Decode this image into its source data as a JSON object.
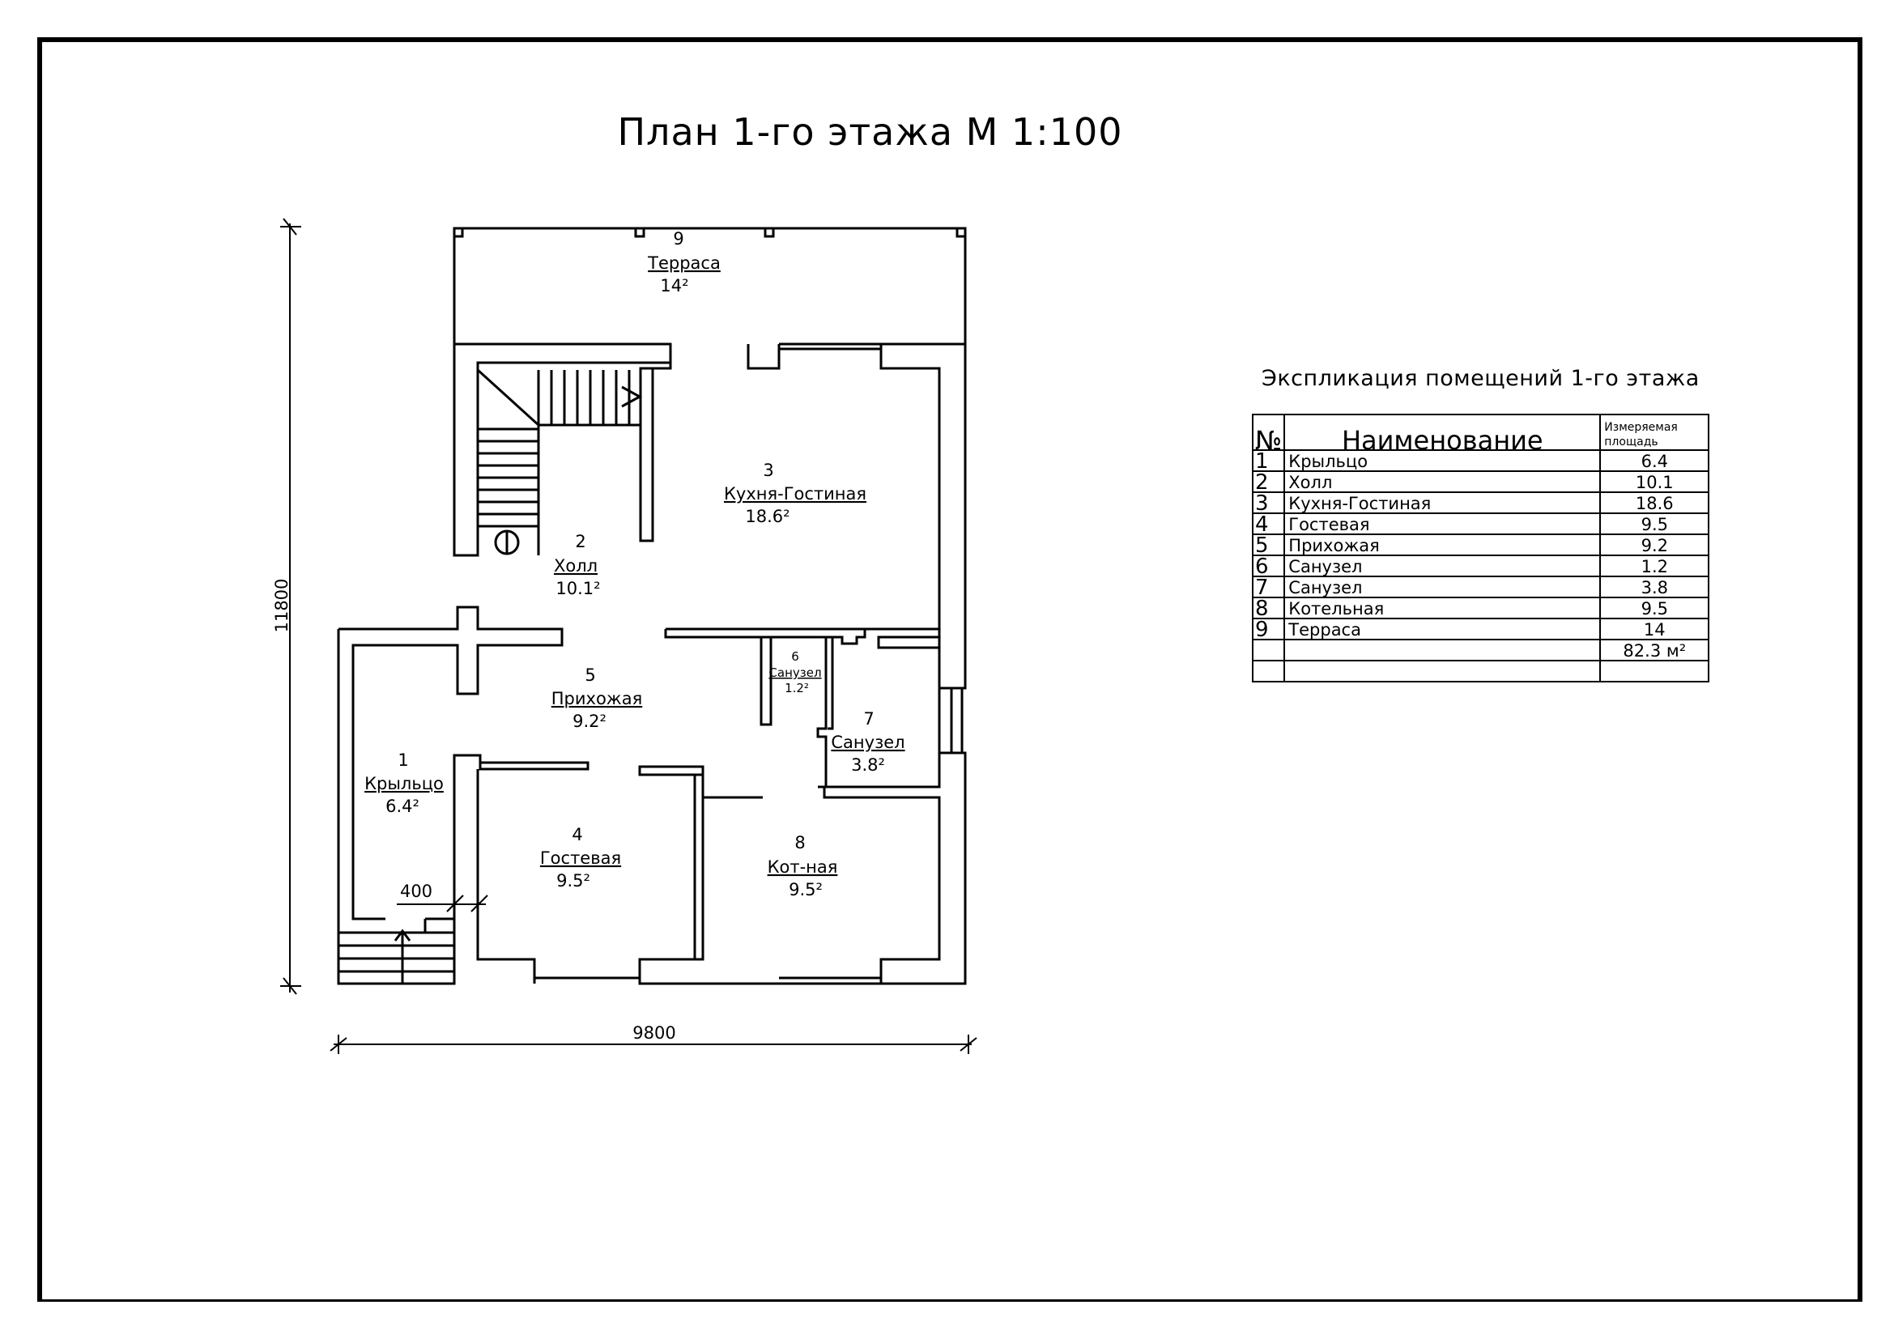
{
  "drawing": {
    "title": "План 1-го этажа М 1:100"
  },
  "dimensions": {
    "width": "9800",
    "height": "11800",
    "steps": "400"
  },
  "rooms": [
    {
      "num": "1",
      "name": "Крыльцо",
      "area": "6.4²"
    },
    {
      "num": "2",
      "name": "Холл",
      "area": "10.1²"
    },
    {
      "num": "3",
      "name": "Кухня-Гостиная",
      "area": "18.6²"
    },
    {
      "num": "4",
      "name": "Гостевая",
      "area": "9.5²"
    },
    {
      "num": "5",
      "name": "Прихожая",
      "area": "9.2²"
    },
    {
      "num": "6",
      "name": "Санузел",
      "area": "1.2²"
    },
    {
      "num": "7",
      "name": "Санузел",
      "area": "3.8²"
    },
    {
      "num": "8",
      "name": "Кот-ная",
      "area": "9.5²"
    },
    {
      "num": "9",
      "name": "Терраса",
      "area": "14²"
    }
  ],
  "explication": {
    "title": "Экспликация помещений 1-го этажа",
    "headers": {
      "num": "№",
      "name": "Наименование",
      "area_line1": "Измеряемая",
      "area_line2": "площадь"
    },
    "rows": [
      {
        "num": "1",
        "name": "Крыльцо",
        "area": "6.4"
      },
      {
        "num": "2",
        "name": "Холл",
        "area": "10.1"
      },
      {
        "num": "3",
        "name": "Кухня-Гостиная",
        "area": "18.6"
      },
      {
        "num": "4",
        "name": "Гостевая",
        "area": "9.5"
      },
      {
        "num": "5",
        "name": "Прихожая",
        "area": "9.2"
      },
      {
        "num": "6",
        "name": "Санузел",
        "area": "1.2"
      },
      {
        "num": "7",
        "name": "Санузел",
        "area": "3.8"
      },
      {
        "num": "8",
        "name": "Котельная",
        "area": "9.5"
      },
      {
        "num": "9",
        "name": "Терраса",
        "area": "14"
      }
    ],
    "total": "82.3 м²"
  }
}
